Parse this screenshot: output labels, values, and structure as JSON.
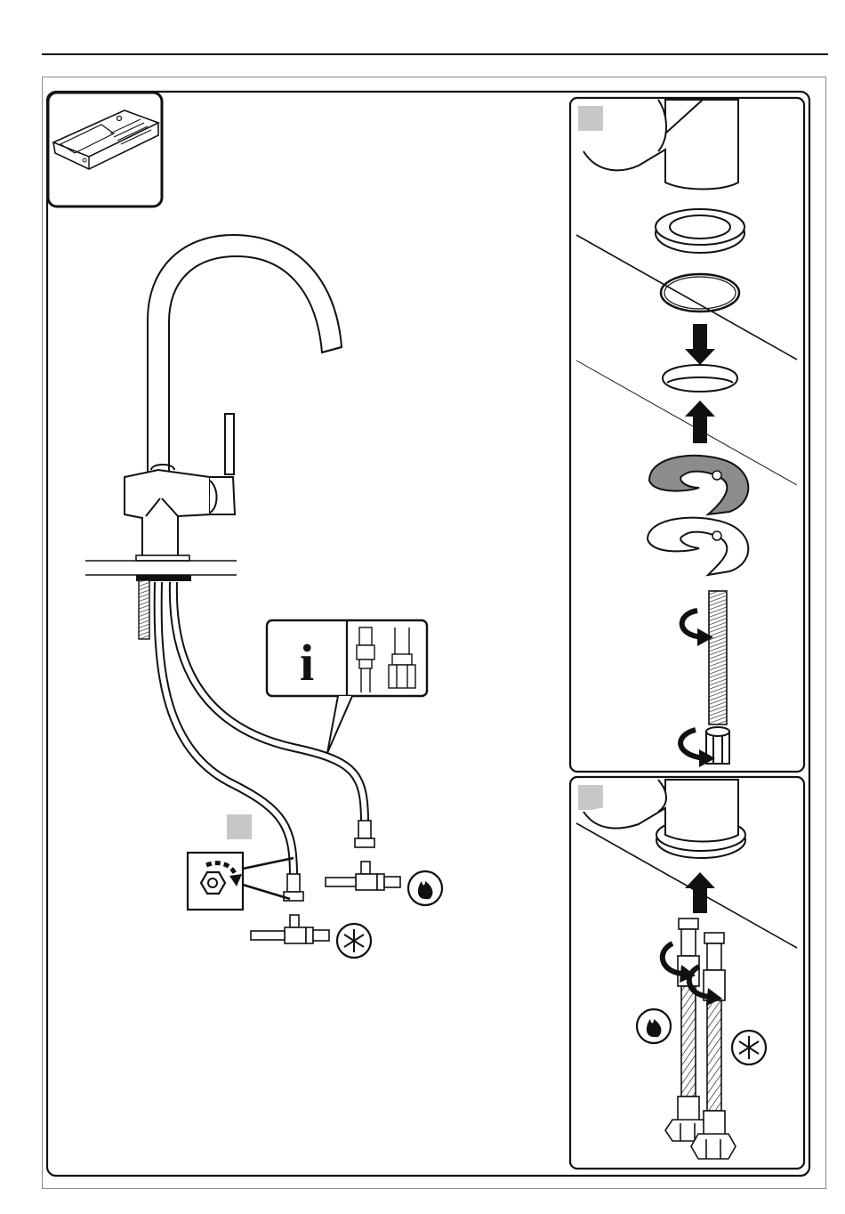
{
  "document": {
    "type": "faucet-installation-instructions",
    "info_symbol": "i"
  },
  "panels": [
    {
      "id": "main",
      "step_marker_label": ""
    },
    {
      "id": "right-top",
      "step_marker_label": ""
    },
    {
      "id": "right-bottom",
      "step_marker_label": ""
    }
  ],
  "icons": {
    "sink": "sink-icon",
    "info": "info-icon",
    "hot": "flame-icon",
    "cold": "snowflake-icon",
    "rotate": "rotate-arrow-icon",
    "down": "arrow-down-icon",
    "up": "arrow-up-icon"
  },
  "colors": {
    "line": "#111111",
    "marker": "#c8c8c8",
    "washer": "#8c8c8c",
    "frame": "#8a8a8a"
  }
}
